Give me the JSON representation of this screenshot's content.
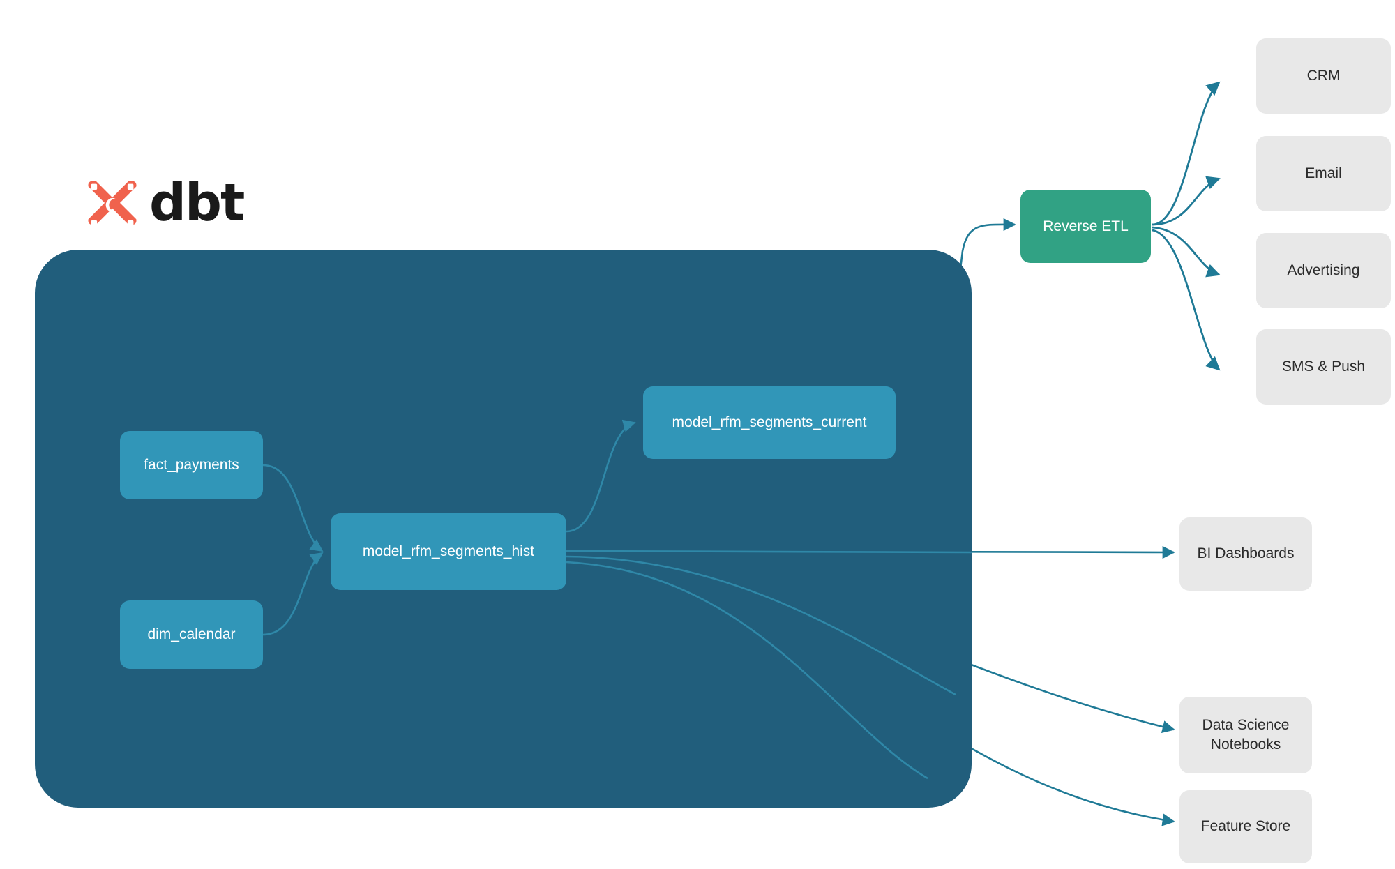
{
  "diagram": {
    "title": "dbt RFM segments lineage and activation flow",
    "brand": {
      "logo_icon": "dbt-logo-icon",
      "wordmark": "dbt",
      "logo_color": "#f0624d"
    },
    "colors": {
      "background": "#ffffff",
      "container": "#215e7c",
      "model_node": "#3196b8",
      "reverse_etl_node": "#31a284",
      "destination_node": "#e8e8e8",
      "edge": "#1f7a96",
      "internal_edge": "#2f88a8",
      "model_node_text": "#ffffff",
      "destination_node_text": "#2b2b2b"
    },
    "container": {
      "name": "dbt-project-container"
    },
    "models": [
      {
        "id": "fact_payments",
        "label": "fact_payments"
      },
      {
        "id": "dim_calendar",
        "label": "dim_calendar"
      },
      {
        "id": "model_rfm_segments_hist",
        "label": "model_rfm_segments_hist"
      },
      {
        "id": "model_rfm_segments_current",
        "label": "model_rfm_segments_current"
      }
    ],
    "reverse_etl": {
      "id": "reverse-etl",
      "label": "Reverse ETL"
    },
    "activation_destinations": [
      {
        "id": "crm",
        "label": "CRM"
      },
      {
        "id": "email",
        "label": "Email"
      },
      {
        "id": "advertising",
        "label": "Advertising"
      },
      {
        "id": "sms-push",
        "label": "SMS & Push"
      }
    ],
    "analytics_destinations": [
      {
        "id": "bi-dashboards",
        "label": "BI Dashboards"
      },
      {
        "id": "ds-notebooks",
        "label": "Data Science\nNotebooks"
      },
      {
        "id": "feature-store",
        "label": "Feature Store"
      }
    ],
    "edges": [
      {
        "from": "fact_payments",
        "to": "model_rfm_segments_hist"
      },
      {
        "from": "dim_calendar",
        "to": "model_rfm_segments_hist"
      },
      {
        "from": "model_rfm_segments_hist",
        "to": "model_rfm_segments_current"
      },
      {
        "from": "model_rfm_segments_current",
        "to": "reverse-etl"
      },
      {
        "from": "model_rfm_segments_hist",
        "to": "bi-dashboards"
      },
      {
        "from": "model_rfm_segments_hist",
        "to": "ds-notebooks"
      },
      {
        "from": "model_rfm_segments_hist",
        "to": "feature-store"
      },
      {
        "from": "reverse-etl",
        "to": "crm"
      },
      {
        "from": "reverse-etl",
        "to": "email"
      },
      {
        "from": "reverse-etl",
        "to": "advertising"
      },
      {
        "from": "reverse-etl",
        "to": "sms-push"
      }
    ]
  }
}
